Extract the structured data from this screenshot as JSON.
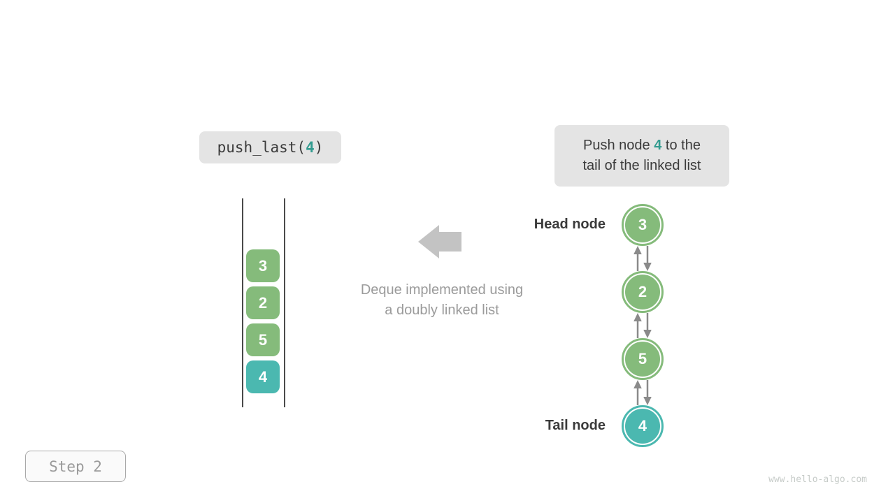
{
  "colors": {
    "green": "#85bb7b",
    "teal": "#4bb8b0",
    "accent_teal": "#339c90",
    "box_bg": "#e4e4e4",
    "dark_text": "#3b3b3b",
    "muted_text": "#9b9b9b",
    "block_arrow": "#c3c3c3",
    "link_arrow": "#8a8a8a",
    "wall": "#4a4a4a",
    "step_text": "#9a9a9a",
    "step_border": "#a9a9a9",
    "step_bg": "#fafafa",
    "watermark": "#c6cbc8"
  },
  "operation": {
    "prefix": "push_last(",
    "arg": "4",
    "suffix": ")"
  },
  "description": {
    "before": "Push node ",
    "value": "4",
    "after": " to the",
    "line2": "tail of the linked list"
  },
  "stack": {
    "items": [
      {
        "value": "3",
        "type": "green"
      },
      {
        "value": "2",
        "type": "green"
      },
      {
        "value": "5",
        "type": "green"
      },
      {
        "value": "4",
        "type": "teal"
      }
    ]
  },
  "caption": {
    "line1": "Deque implemented using",
    "line2": "a doubly linked list"
  },
  "linked_list": {
    "head_label": "Head node",
    "tail_label": "Tail node",
    "nodes": [
      {
        "value": "3",
        "type": "green"
      },
      {
        "value": "2",
        "type": "green"
      },
      {
        "value": "5",
        "type": "green"
      },
      {
        "value": "4",
        "type": "teal"
      }
    ]
  },
  "step_badge": {
    "label": "Step 2"
  },
  "footer": {
    "watermark": "www.hello-algo.com"
  }
}
